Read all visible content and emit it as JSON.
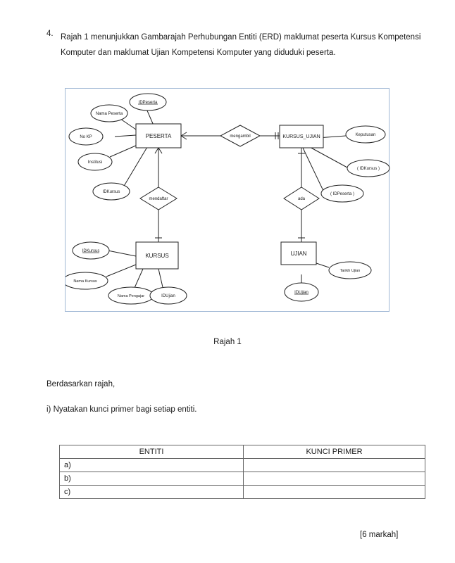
{
  "question": {
    "number": "4.",
    "line1": "Rajah 1  menunjukkan Gambarajah Perhubungan Entiti (ERD) maklumat peserta Kursus Kompetensi",
    "line2": "Komputer dan maklumat Ujian Kompetensi Komputer yang diduduki peserta."
  },
  "diagram": {
    "entities": {
      "peserta": "PESERTA",
      "kursus_ujian": "KURSUS_UJIAN",
      "kursus": "KURSUS",
      "ujian": "UJIAN"
    },
    "relationships": {
      "mengambil": "mengambil",
      "mendaftar": "mendaftar",
      "ada": "ada"
    },
    "attributes": {
      "peserta_id": "IDPeserta",
      "peserta_nama": "Nama Peserta",
      "peserta_nokp": "No KP",
      "peserta_institusi": "Institusi",
      "peserta_idkursus": "IDKursus",
      "ku_keputusan": "Keputusan",
      "ku_idkursus": "( IDKursus )",
      "ku_idpeserta": "( IDPeserta )",
      "kursus_id": "IDKursus",
      "kursus_nama": "Nama Kursus",
      "kursus_pengajar": "Nama Pengajar",
      "kursus_idujian": "IDUjian",
      "ujian_tarikh": "Tarikh Ujian",
      "ujian_id": "IDUjian"
    }
  },
  "caption": "Rajah 1",
  "instruction": "Berdasarkan rajah,",
  "sub_question": "i) Nyatakan kunci primer bagi setiap entiti.",
  "table": {
    "headers": [
      "ENTITI",
      "KUNCI PRIMER"
    ],
    "rows": [
      "a)",
      "b)",
      "c)"
    ]
  },
  "marks": "[6 markah]"
}
